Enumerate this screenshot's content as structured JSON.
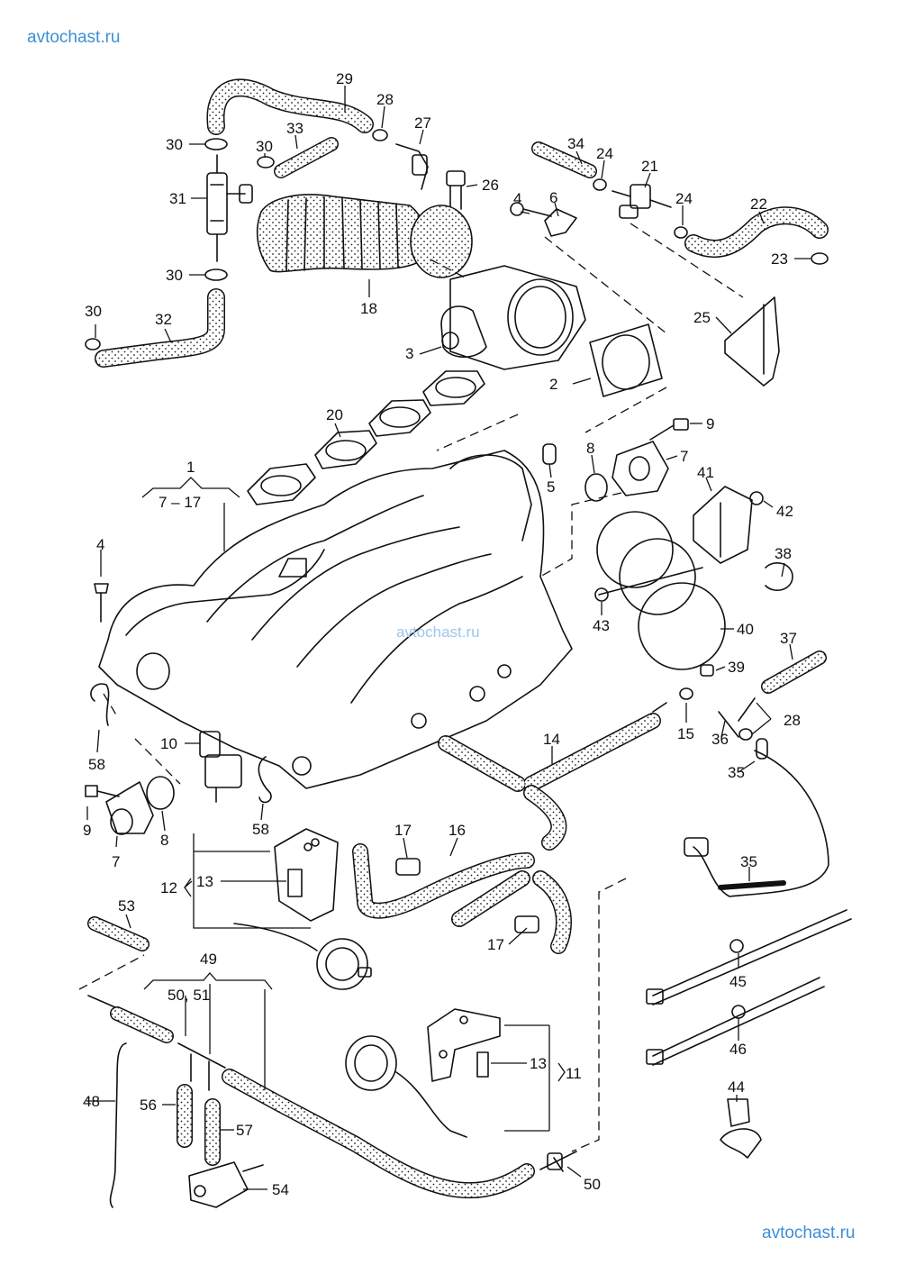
{
  "watermarks": {
    "top": "avtochast.ru",
    "middle": "avtochast.ru",
    "bottom": "avtochast.ru"
  },
  "colors": {
    "line": "#111111",
    "watermark": "#3d8fd6",
    "hose_dots": "#222222"
  },
  "labels": [
    {
      "id": "29",
      "text": "29"
    },
    {
      "id": "28a",
      "text": "28"
    },
    {
      "id": "27",
      "text": "27"
    },
    {
      "id": "26",
      "text": "26"
    },
    {
      "id": "30a",
      "text": "30"
    },
    {
      "id": "30b",
      "text": "30"
    },
    {
      "id": "33",
      "text": "33"
    },
    {
      "id": "31",
      "text": "31"
    },
    {
      "id": "34",
      "text": "34"
    },
    {
      "id": "24a",
      "text": "24"
    },
    {
      "id": "21",
      "text": "21"
    },
    {
      "id": "24b",
      "text": "24"
    },
    {
      "id": "22",
      "text": "22"
    },
    {
      "id": "4a",
      "text": "4"
    },
    {
      "id": "6",
      "text": "6"
    },
    {
      "id": "23",
      "text": "23"
    },
    {
      "id": "30c",
      "text": "30"
    },
    {
      "id": "18",
      "text": "18"
    },
    {
      "id": "30d",
      "text": "30"
    },
    {
      "id": "32",
      "text": "32"
    },
    {
      "id": "25",
      "text": "25"
    },
    {
      "id": "3",
      "text": "3"
    },
    {
      "id": "2",
      "text": "2"
    },
    {
      "id": "20",
      "text": "20"
    },
    {
      "id": "9a",
      "text": "9"
    },
    {
      "id": "8a",
      "text": "8"
    },
    {
      "id": "7a",
      "text": "7"
    },
    {
      "id": "1",
      "text": "1"
    },
    {
      "id": "range1",
      "text": "7 – 17"
    },
    {
      "id": "5",
      "text": "5"
    },
    {
      "id": "41",
      "text": "41"
    },
    {
      "id": "42",
      "text": "42"
    },
    {
      "id": "4b",
      "text": "4"
    },
    {
      "id": "38",
      "text": "38"
    },
    {
      "id": "43",
      "text": "43"
    },
    {
      "id": "40",
      "text": "40"
    },
    {
      "id": "37",
      "text": "37"
    },
    {
      "id": "39",
      "text": "39"
    },
    {
      "id": "28b",
      "text": "28"
    },
    {
      "id": "58a",
      "text": "58"
    },
    {
      "id": "15",
      "text": "15"
    },
    {
      "id": "36",
      "text": "36"
    },
    {
      "id": "14",
      "text": "14"
    },
    {
      "id": "10",
      "text": "10"
    },
    {
      "id": "35a",
      "text": "35"
    },
    {
      "id": "9b",
      "text": "9"
    },
    {
      "id": "8b",
      "text": "8"
    },
    {
      "id": "58b",
      "text": "58"
    },
    {
      "id": "7b",
      "text": "7"
    },
    {
      "id": "17a",
      "text": "17"
    },
    {
      "id": "16",
      "text": "16"
    },
    {
      "id": "35b",
      "text": "35"
    },
    {
      "id": "13a",
      "text": "13"
    },
    {
      "id": "12",
      "text": "12"
    },
    {
      "id": "53",
      "text": "53"
    },
    {
      "id": "17b",
      "text": "17"
    },
    {
      "id": "49",
      "text": "49"
    },
    {
      "id": "45",
      "text": "45"
    },
    {
      "id": "50a",
      "text": "50, 51"
    },
    {
      "id": "46",
      "text": "46"
    },
    {
      "id": "13b",
      "text": "13"
    },
    {
      "id": "11",
      "text": "11"
    },
    {
      "id": "48",
      "text": "48"
    },
    {
      "id": "56",
      "text": "56"
    },
    {
      "id": "57",
      "text": "57"
    },
    {
      "id": "44",
      "text": "44"
    },
    {
      "id": "54",
      "text": "54"
    },
    {
      "id": "50b",
      "text": "50"
    }
  ]
}
